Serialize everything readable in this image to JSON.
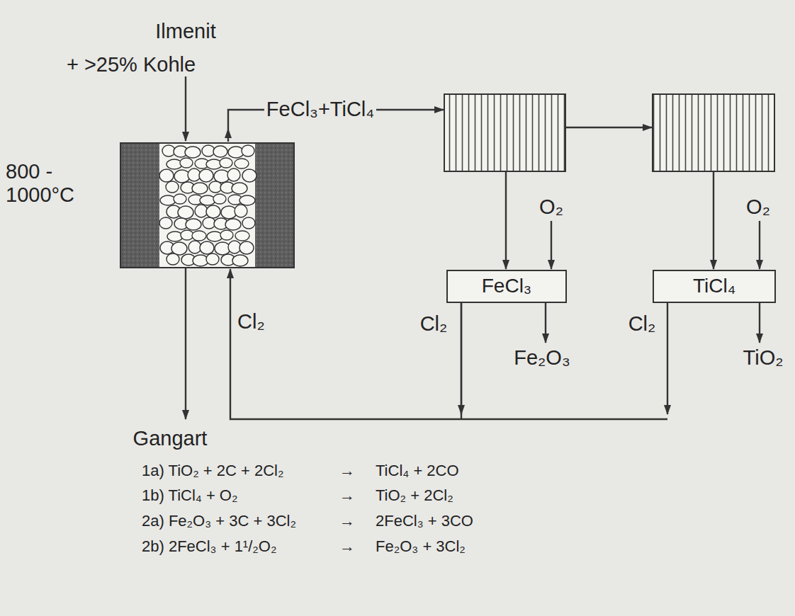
{
  "diagram": {
    "nodes": [
      {
        "text": [
          "FeCl₃"
        ]
      },
      {
        "text": [
          "TiCl₄"
        ]
      }
    ],
    "labels": [
      "Ilmenit",
      "+ >25% Kohle",
      "800 -",
      "1000°C",
      "FeCl₃+TiCl₄",
      "O₂",
      "Cl₂",
      "Fe₂O₃",
      "O₂",
      "Cl₂",
      "TiO₂",
      "Cl₂",
      "Gangart",
      "1a) TiO₂ + 2C + 2Cl₂",
      "→",
      "TiCl₄ + 2CO",
      "1b) TiCl₄ + O₂",
      "→",
      "TiO₂ + 2Cl₂",
      "2a) Fe₂O₃ + 3C + 3Cl₂",
      "→",
      "2FeCl₃ + 3CO",
      "2b) 2FeCl₃ + 1¹/₂O₂",
      "→",
      "Fe₂O₃ + 3Cl₂"
    ]
  }
}
